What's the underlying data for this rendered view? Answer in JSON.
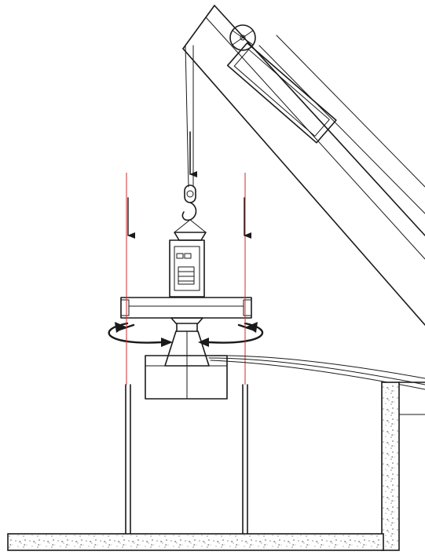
{
  "diagram": {
    "colors": {
      "line": "#1a1a1a",
      "guide": "#d42a2a",
      "arrow": "#1a1a1a",
      "background": "#ffffff"
    },
    "components": [
      "crane-arm",
      "pulley-wheel",
      "hoist-cable",
      "crane-hook",
      "motor-unit",
      "crossbeam",
      "rotation-arrows",
      "guide-lines",
      "guide-rods",
      "mixer-head",
      "tank-wall",
      "concrete-floor",
      "supply-hose"
    ]
  }
}
